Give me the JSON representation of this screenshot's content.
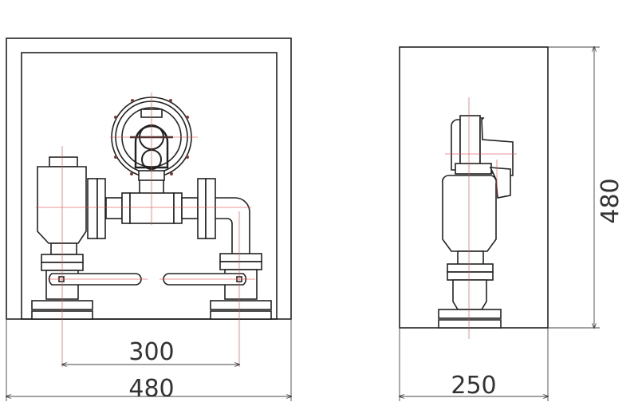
{
  "front_view": {
    "dimension_width_inner": "300",
    "dimension_width_total": "480"
  },
  "side_view": {
    "dimension_width": "250",
    "dimension_height": "480"
  },
  "colors": {
    "outline": "#222222",
    "centerline": "#d9534f",
    "dimension": "#444444"
  }
}
